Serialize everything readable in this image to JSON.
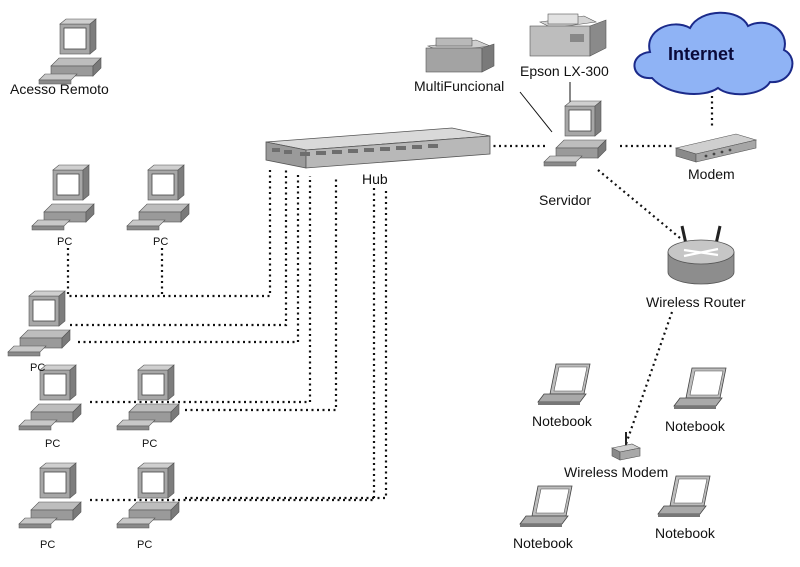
{
  "labels": {
    "acesso_remoto": "Acesso Remoto",
    "hub": "Hub",
    "multifuncional": "MultiFuncional",
    "epson": "Epson LX-300",
    "internet": "Internet",
    "modem": "Modem",
    "servidor": "Servidor",
    "wireless_router": "Wireless Router",
    "wireless_modem": "Wireless Modem",
    "notebook": "Notebook",
    "pc": "PC"
  },
  "colors": {
    "cloud_fill": "#8fb3f5",
    "cloud_edge": "#1b2a8a",
    "device_gray": "#9a9a9a",
    "screen": "#ffffff",
    "link": "#111111"
  }
}
